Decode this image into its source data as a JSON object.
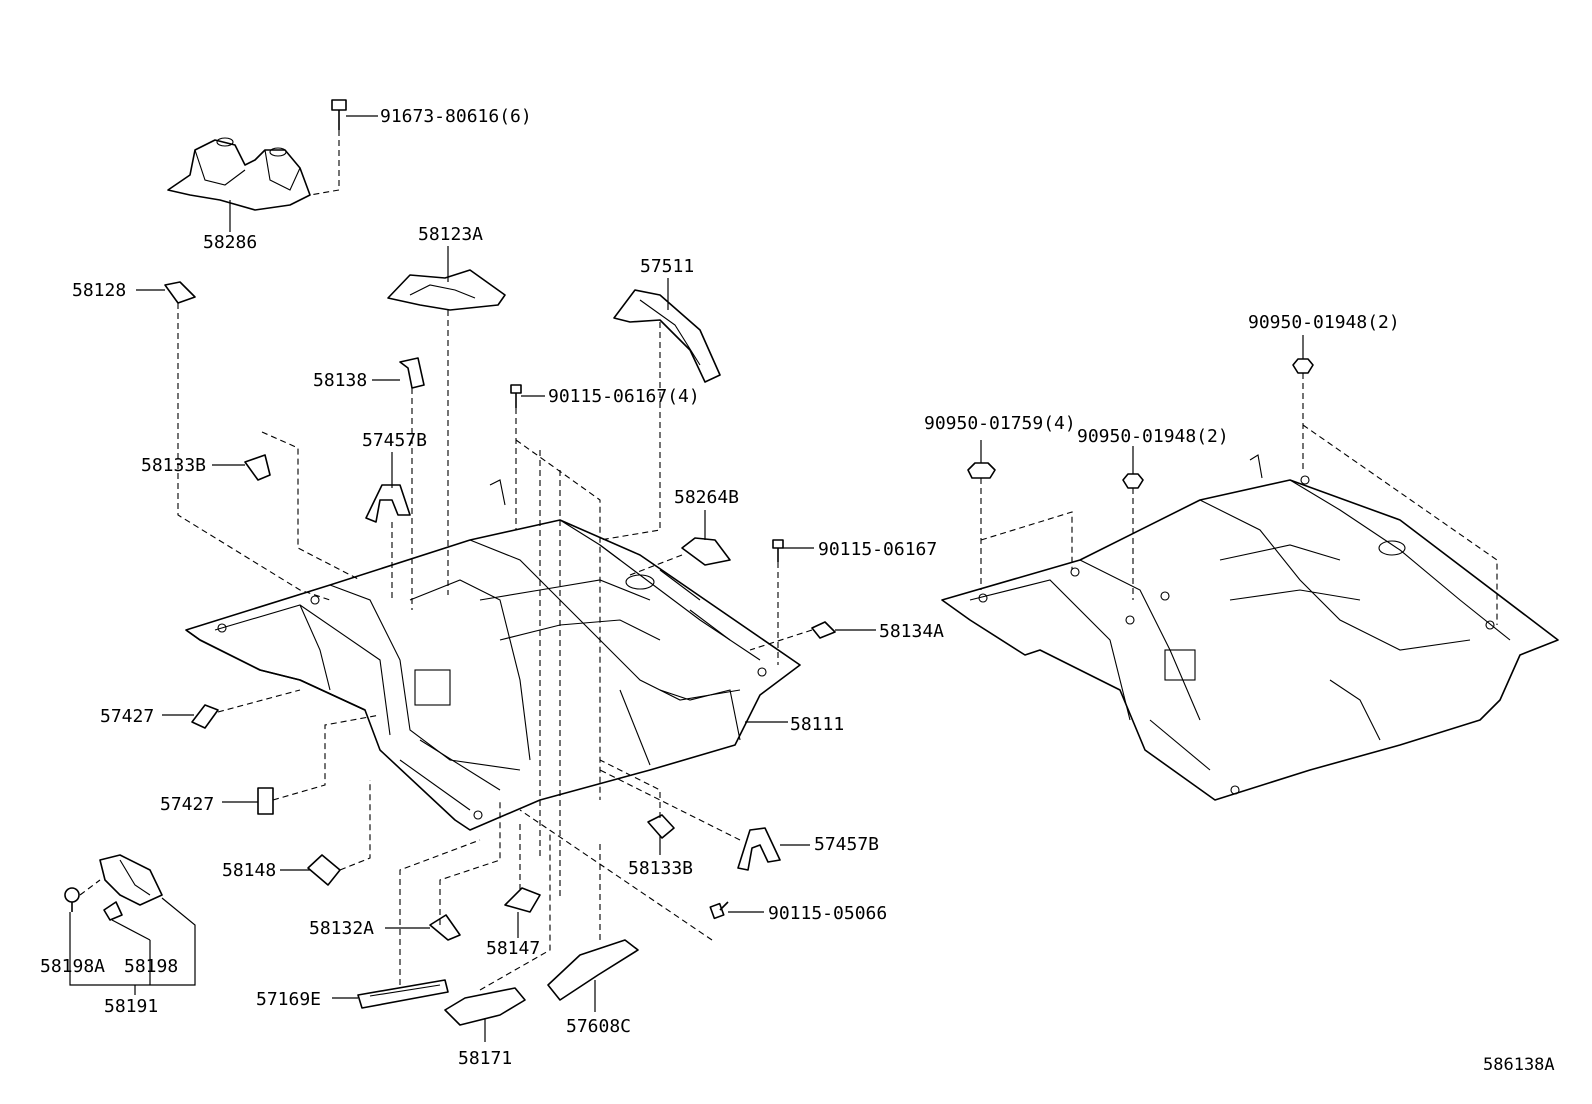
{
  "callouts": {
    "p91673_80616": "91673-80616(6)",
    "p58286": "58286",
    "p58123A": "58123A",
    "p57511": "57511",
    "p58128": "58128",
    "p58138": "58138",
    "p90115_06167_4": "90115-06167(4)",
    "p57457B_upper": "57457B",
    "p58133B_left": "58133B",
    "p58264B": "58264B",
    "p90115_06167": "90115-06167",
    "p58134A": "58134A",
    "p57427_upper": "57427",
    "p58111": "58111",
    "p57427_lower": "57427",
    "p58148": "58148",
    "p58133B_lower": "58133B",
    "p57457B_lower": "57457B",
    "p90115_05066": "90115-05066",
    "p58132A": "58132A",
    "p58147": "58147",
    "p58198A": "58198A",
    "p58198": "58198",
    "p58191": "58191",
    "p57169E": "57169E",
    "p57608C": "57608C",
    "p58171": "58171",
    "p90950_01948_top": "90950-01948(2)",
    "p90950_01759": "90950-01759(4)",
    "p90950_01948_mid": "90950-01948(2)"
  },
  "diagram_ref": "586138A"
}
